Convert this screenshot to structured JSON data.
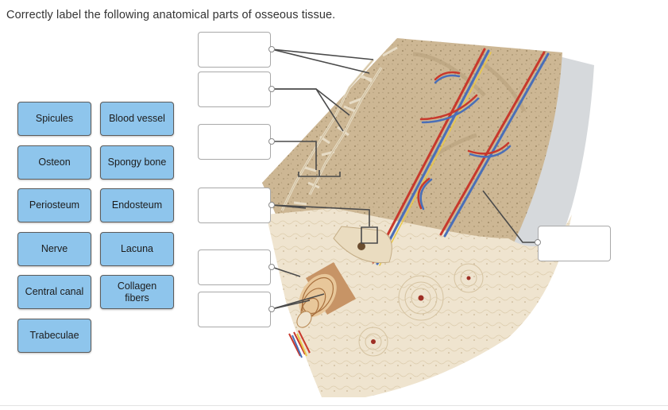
{
  "question": "Correctly label the following anatomical parts of osseous tissue.",
  "label_bank": [
    "Spicules",
    "Blood vessel",
    "Osteon",
    "Spongy bone",
    "Periosteum",
    "Endosteum",
    "Nerve",
    "Lacuna",
    "Central canal",
    "Collagen fibers",
    "Trabeculae"
  ],
  "drop_targets": [
    "",
    "",
    "",
    "",
    "",
    "",
    ""
  ],
  "colors": {
    "tile_fill": "#8ec5ec",
    "tile_border": "#5c5c5c",
    "bone_tan": "#cdb794",
    "bone_light": "#efe4cf",
    "artery_red": "#c8382c",
    "vein_blue": "#4a6fb8",
    "nerve_yellow": "#e8c84a"
  }
}
